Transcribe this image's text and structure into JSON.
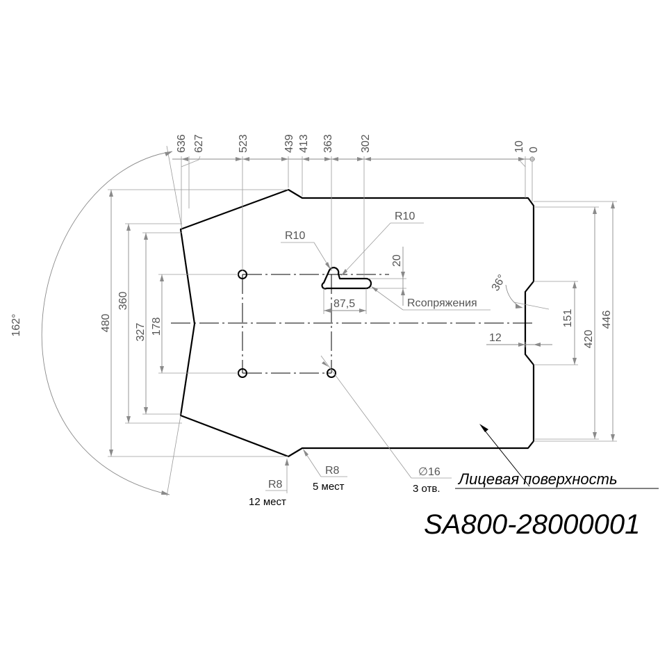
{
  "top_dims": [
    "636",
    "627",
    "523",
    "439",
    "413",
    "363",
    "302",
    "10",
    "0"
  ],
  "left_dims": [
    "480",
    "360",
    "327",
    "178"
  ],
  "right_dims": [
    "151",
    "420",
    "446",
    "12"
  ],
  "angle_dims": [
    "162°",
    "36°"
  ],
  "slot_dims": [
    "R10",
    "R10",
    "20",
    "87,5",
    "Rсопряжения"
  ],
  "callouts": {
    "r8_left": "R8",
    "r8_left_count": "12 мест",
    "r8_mid": "R8",
    "r8_mid_count": "5 мест",
    "hole_dia": "∅16",
    "hole_count": "3 отв.",
    "face_label": "Лицевая поверхность"
  },
  "part_code": "SA800-28000001"
}
